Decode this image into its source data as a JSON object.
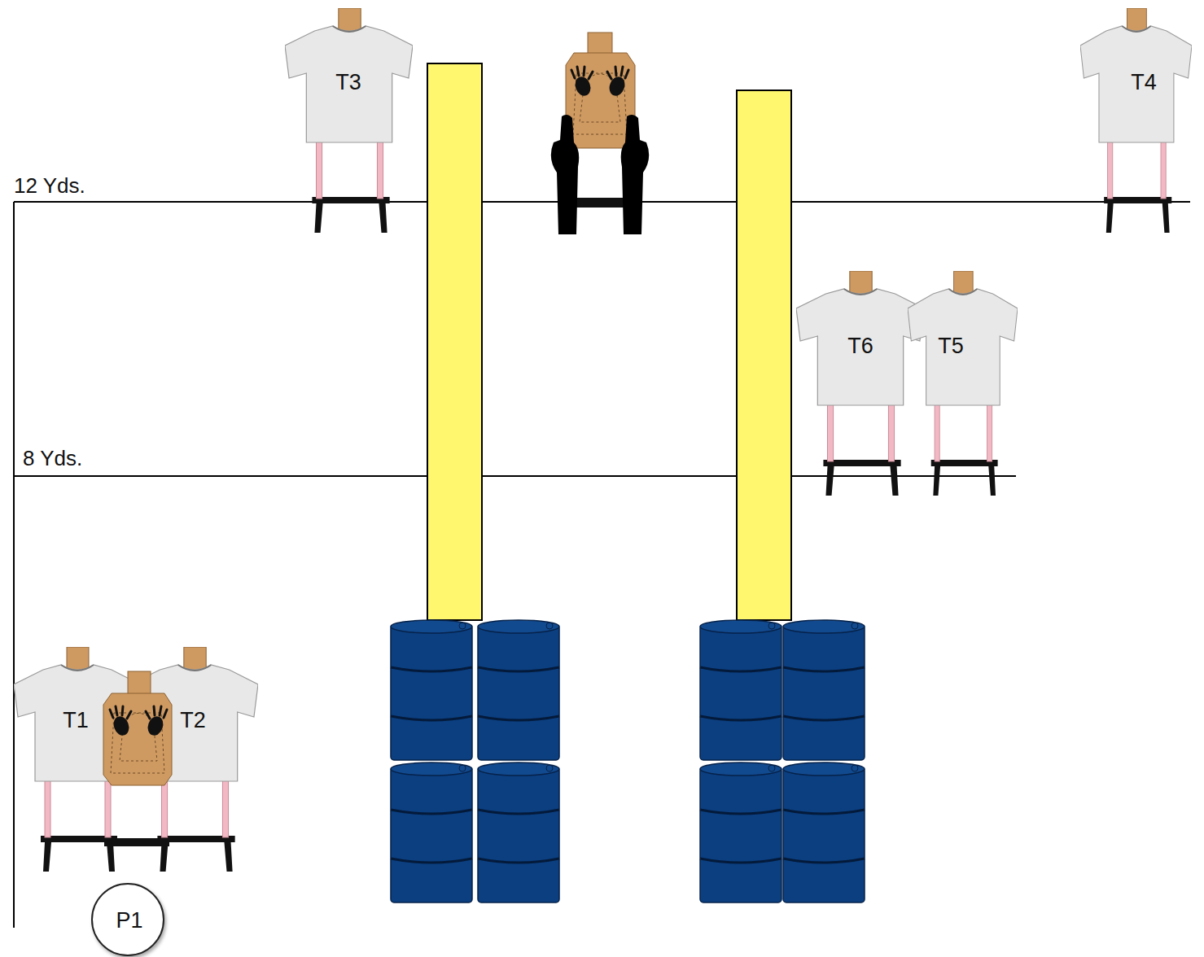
{
  "diagram": {
    "nodes": [
      {
        "text": [
          "T3"
        ]
      },
      {
        "text": [
          "T4"
        ]
      },
      {
        "text": [
          "T6"
        ]
      },
      {
        "text": [
          "T5"
        ]
      },
      {
        "text": [
          "T1"
        ]
      },
      {
        "text": [
          "T2"
        ]
      },
      {
        "text": [
          "P1"
        ]
      }
    ],
    "edges": [],
    "labels": [
      "12 Yds.",
      "8 Yds."
    ]
  }
}
